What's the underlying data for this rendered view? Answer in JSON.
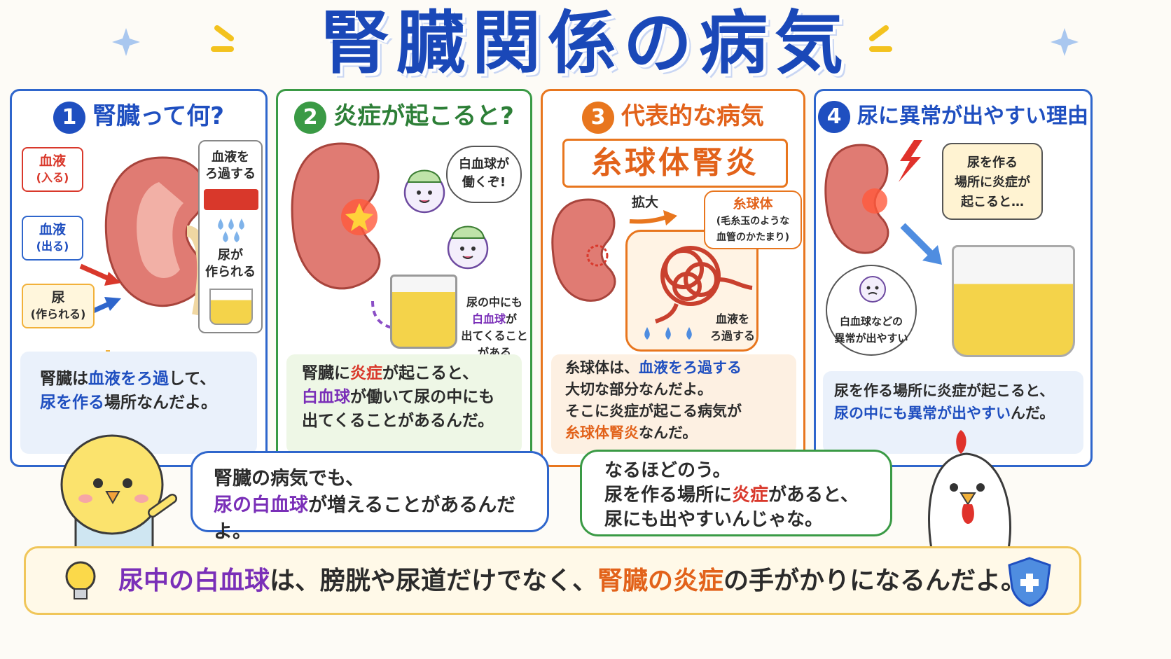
{
  "title": "腎臓関係の病気",
  "panels": [
    {
      "num": "1",
      "heading": "腎臓って何?",
      "tags": {
        "blood_in": "血液",
        "blood_in_sub": "(入る)",
        "blood_out": "血液",
        "blood_out_sub": "(出る)",
        "urine": "尿",
        "urine_sub": "(作られる)",
        "filter_1": "血液を",
        "filter_2": "ろ過する",
        "made_1": "尿が",
        "made_2": "作られる"
      },
      "caption": {
        "l1a": "腎臓は",
        "l1b": "血液をろ過",
        "l1c": "して、",
        "l2a": "尿を作る",
        "l2b": "場所なんだよ。"
      }
    },
    {
      "num": "2",
      "heading": "炎症が起こると?",
      "speech_1": "白血球が",
      "speech_2": "働くぞ!",
      "note": {
        "l1": "尿の中にも",
        "l2": "白血球",
        "l2b": "が",
        "l3": "出てくること",
        "l4": "がある"
      },
      "caption": {
        "l1a": "腎臓に",
        "l1b": "炎症",
        "l1c": "が起こると、",
        "l2a": "白血球",
        "l2b": "が働いて尿の中にも",
        "l3": "出てくることがあるんだ。"
      }
    },
    {
      "num": "3",
      "heading": "代表的な病気",
      "disease": "糸球体腎炎",
      "zoom": "拡大",
      "glom_title": "糸球体",
      "glom_1": "(毛糸玉のような",
      "glom_2": "血管のかたまり)",
      "filter_1": "血液を",
      "filter_2": "ろ過する",
      "caption": {
        "l1a": "糸球体は、",
        "l1b": "血液をろ過する",
        "l2": "大切な部分なんだよ。",
        "l3": "そこに炎症が起こる病気が",
        "l4a": "糸球体腎炎",
        "l4b": "なんだ。"
      }
    },
    {
      "num": "4",
      "heading": "尿に異常が出やすい理由",
      "think_1": "尿を作る",
      "think_2": "場所に炎症が",
      "think_3": "起こると…",
      "abnormal_1": "白血球などの",
      "abnormal_2": "異常が出やすい",
      "caption": {
        "l1": "尿を作る場所に炎症が起こると、",
        "l2a": "尿の中にも異常が出やすい",
        "l2b": "んだ。"
      }
    }
  ],
  "chick": {
    "l1": "腎臓の病気でも、",
    "l2a": "尿の白血球",
    "l2b": "が増えることがあるんだよ。"
  },
  "rooster": {
    "l1": "なるほどのう。",
    "l2a": "尿を作る場所に",
    "l2b": "炎症",
    "l2c": "があると、",
    "l3": "尿にも出やすいんじゃな。"
  },
  "footer": {
    "a": "尿中の白血球",
    "b": "は、膀胱や尿道だけでなく、",
    "c": "腎臓の炎症",
    "d": "の手がかりになるんだよ。"
  },
  "colors": {
    "blue": "#1f4fc0",
    "green": "#3a9a45",
    "orange": "#e8761e",
    "red": "#d9382b",
    "purple": "#7a2fb8",
    "kidney": "#e07b73",
    "urine": "#f4d34a"
  },
  "icons": [
    "sparkle-icon",
    "lightbulb-icon",
    "shield-cross-icon",
    "arrow-icon",
    "water-drop-icon",
    "lightning-icon"
  ]
}
